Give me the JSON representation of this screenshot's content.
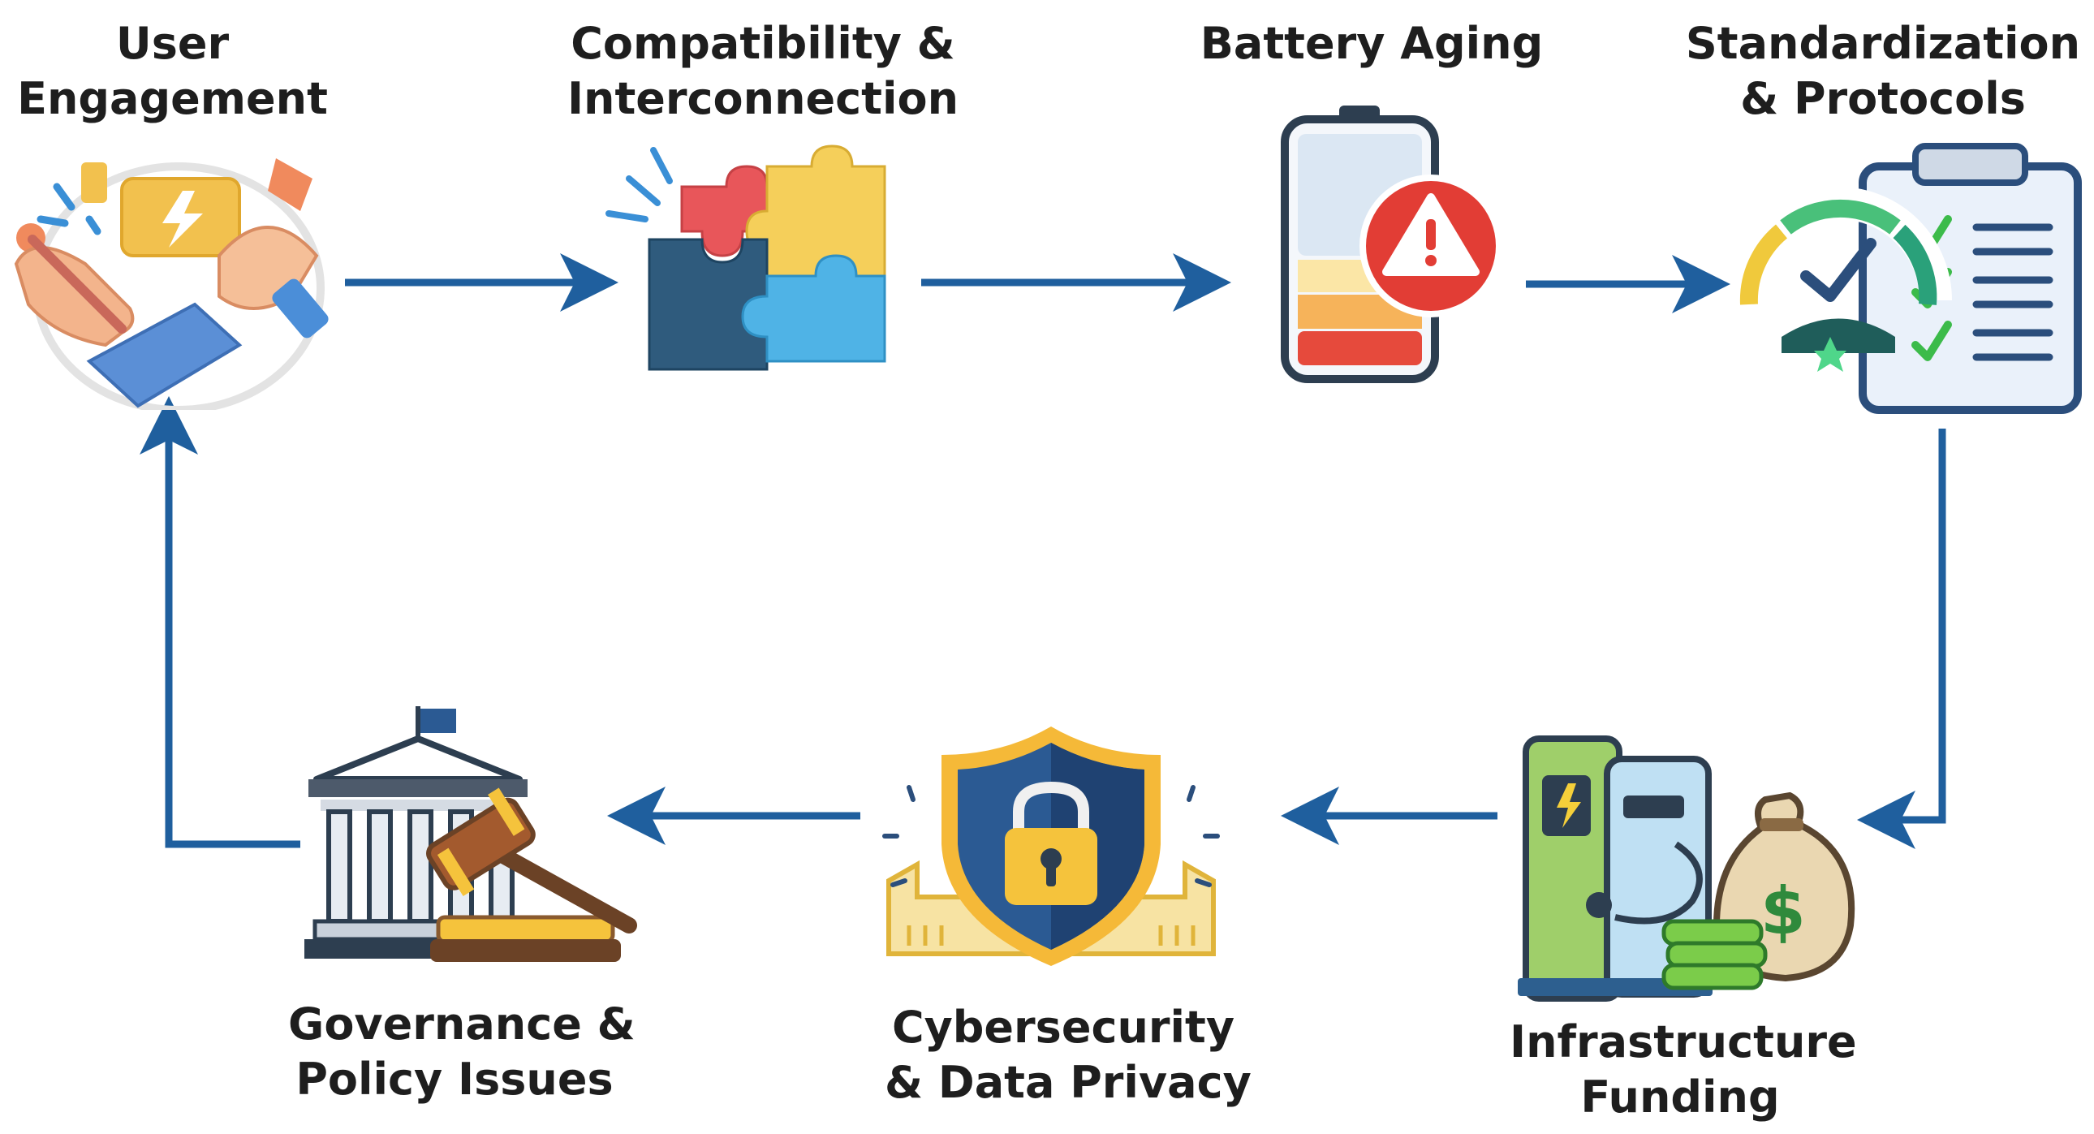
{
  "steps": [
    {
      "id": "user-engagement",
      "line1": "User",
      "line2": "Engagement",
      "icon": "hands-lightning-icon"
    },
    {
      "id": "compatibility",
      "line1": "Compatibility &",
      "line2": "Interconnection",
      "icon": "puzzle-icon"
    },
    {
      "id": "battery-aging",
      "line1": "Battery Aging",
      "line2": "",
      "icon": "battery-warning-icon"
    },
    {
      "id": "standardization",
      "line1": "Standardization",
      "line2": "& Protocols",
      "icon": "clipboard-gauge-icon"
    },
    {
      "id": "infrastructure",
      "line1": "Infrastructure",
      "line2": "Funding",
      "icon": "charger-money-icon"
    },
    {
      "id": "cybersecurity",
      "line1": "Cybersecurity",
      "line2": "& Data Privacy",
      "icon": "shield-lock-icon"
    },
    {
      "id": "governance",
      "line1": "Governance &",
      "line2": "Policy Issues",
      "icon": "courthouse-gavel-icon"
    }
  ],
  "colors": {
    "arrow": "#1f5f9e",
    "text": "#1e1e1e"
  }
}
